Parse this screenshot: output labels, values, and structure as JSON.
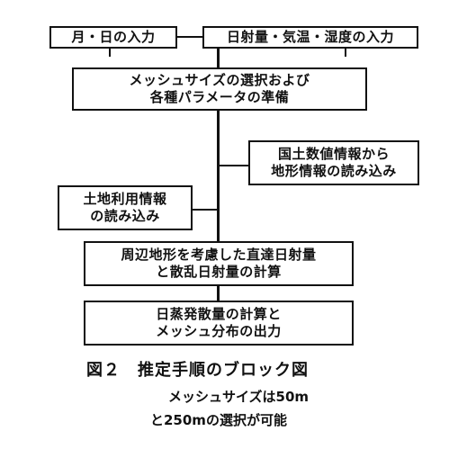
{
  "boxes": {
    "input_month_day": "月・日の入力",
    "input_weather": "日射量・気温・湿度の入力",
    "mesh_select": [
      "メッシュサイズの選択および",
      "各種パラメータの準備"
    ],
    "national_data": [
      "国土数値情報から",
      "地形情報の読み込み"
    ],
    "land_use": [
      "土地利用情報",
      "の読み込み"
    ],
    "radiation_calc": [
      "周辺地形を考慮した直達日射量",
      "と散乱日射量の計算"
    ],
    "evaporation_output": [
      "日蒸発散量の計算と",
      "メッシュ分布の出力"
    ]
  },
  "caption": {
    "title": "図２　推定手順のブロック図",
    "line1": "メッシュサイズは50m",
    "line2": "と250mの選択が可能"
  }
}
